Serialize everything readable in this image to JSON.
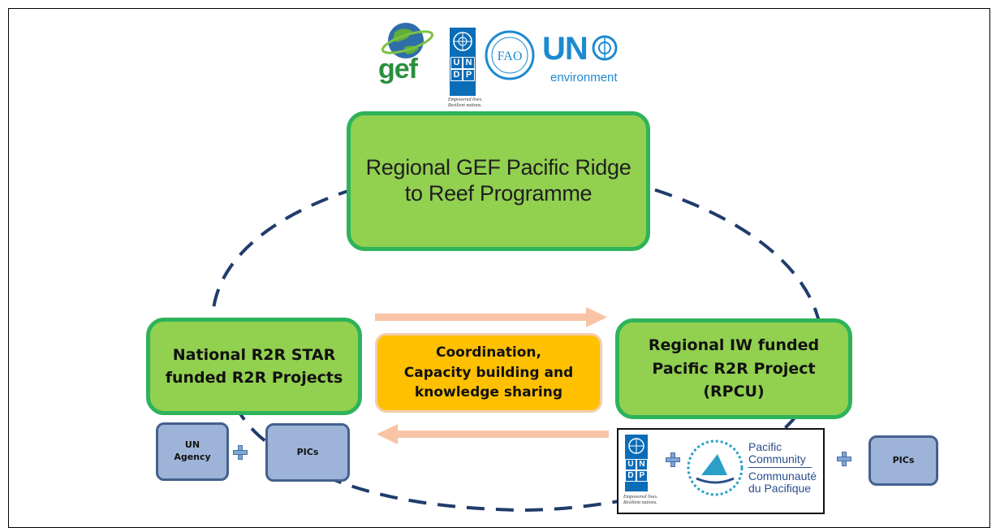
{
  "logos": {
    "gef": "gef",
    "undp_letters": [
      "U",
      "N",
      "D",
      "P"
    ],
    "undp_tagline": [
      "Empowered lives.",
      "Resilient nations."
    ],
    "fao_letters": "FAO",
    "un_env_top": "UN",
    "un_env_bottom": "environment",
    "pacific_community": [
      "Pacific",
      "Community"
    ],
    "communaute": [
      "Communauté",
      "du Pacifique"
    ]
  },
  "nodes": {
    "programme": "Regional GEF Pacific Ridge to Reef Programme",
    "national": "National R2R STAR\nfunded R2R Projects",
    "regional": "Regional IW funded\nPacific R2R Project\n(RPCU)",
    "coordination": "Coordination,\nCapacity building and\nknowledge sharing",
    "un_agency": "UN\nAgency",
    "pics_left": "PICs",
    "pics_right": "PICs"
  },
  "colors": {
    "green_fill": "#92d050",
    "green_border": "#2eb35a",
    "orange_fill": "#ffc000",
    "arrow": "#f8c4a5",
    "blue_fill": "#9db3d7",
    "blue_border": "#43618e",
    "dash": "#1f3c6b"
  }
}
